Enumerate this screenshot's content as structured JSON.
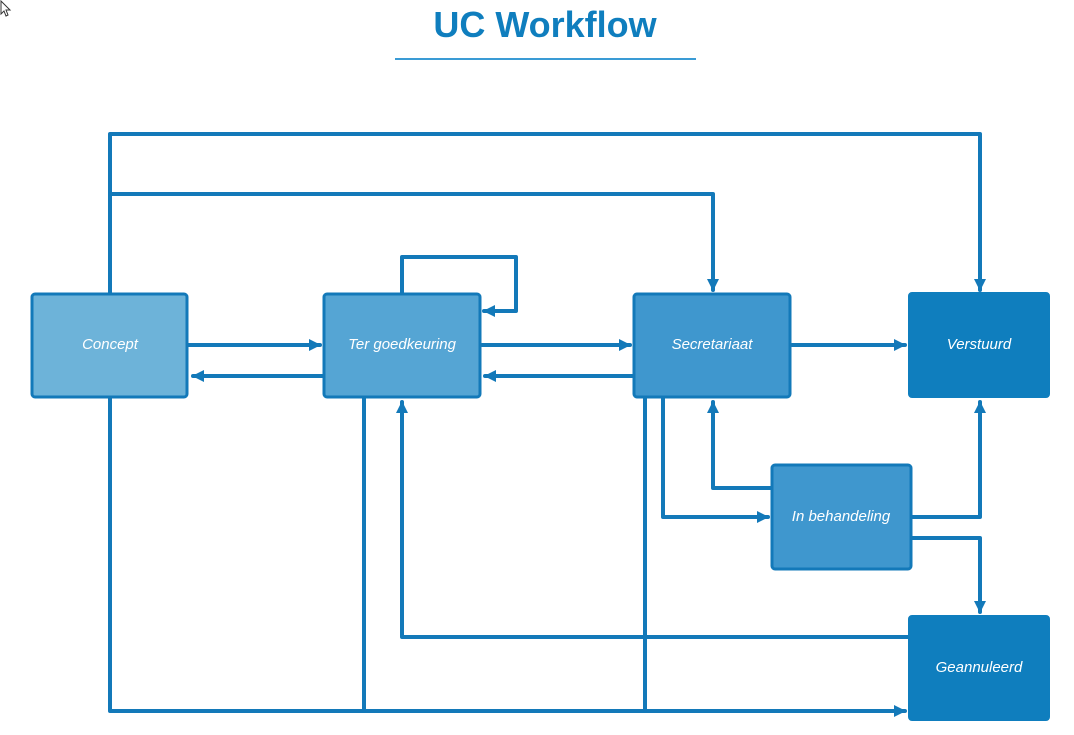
{
  "title": "UC Workflow",
  "colors": {
    "title": "#0f7ebe",
    "edge": "#1379b9",
    "node_light": "#6db3d9",
    "node_mid": "#55a5d4",
    "node_dark": "#0f7ebe"
  },
  "nodes": {
    "concept": "Concept",
    "ter_goedkeuring": "Ter goedkeuring",
    "secretariaat": "Secretariaat",
    "verstuurd": "Verstuurd",
    "in_behandeling": "In behandeling",
    "geannuleerd": "Geannuleerd"
  },
  "edges": [
    {
      "from": "concept",
      "to": "ter_goedkeuring"
    },
    {
      "from": "ter_goedkeuring",
      "to": "concept"
    },
    {
      "from": "ter_goedkeuring",
      "to": "ter_goedkeuring"
    },
    {
      "from": "ter_goedkeuring",
      "to": "secretariaat"
    },
    {
      "from": "secretariaat",
      "to": "ter_goedkeuring"
    },
    {
      "from": "secretariaat",
      "to": "verstuurd"
    },
    {
      "from": "concept",
      "to": "verstuurd"
    },
    {
      "from": "concept",
      "to": "secretariaat"
    },
    {
      "from": "secretariaat",
      "to": "in_behandeling"
    },
    {
      "from": "in_behandeling",
      "to": "secretariaat"
    },
    {
      "from": "in_behandeling",
      "to": "verstuurd"
    },
    {
      "from": "in_behandeling",
      "to": "geannuleerd"
    },
    {
      "from": "geannuleerd",
      "to": "ter_goedkeuring"
    },
    {
      "from": "concept",
      "to": "geannuleerd"
    },
    {
      "from": "ter_goedkeuring",
      "to": "geannuleerd"
    },
    {
      "from": "secretariaat",
      "to": "geannuleerd"
    }
  ]
}
